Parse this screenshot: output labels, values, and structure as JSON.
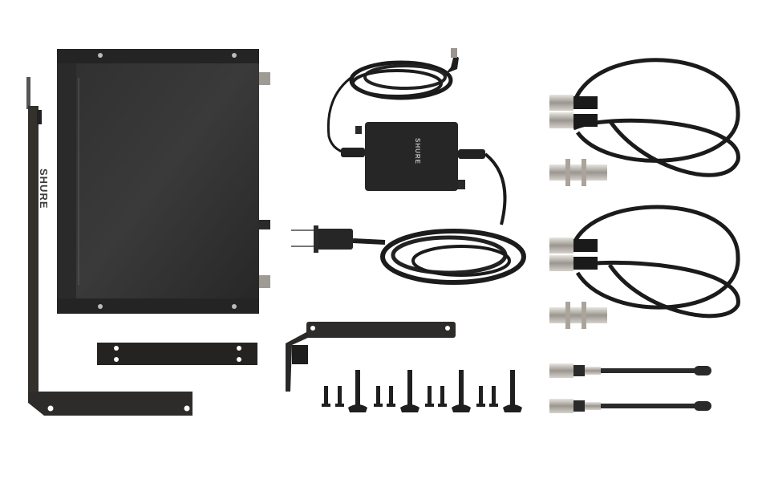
{
  "image": {
    "description": "Product photo: Shure wireless receiver kit contents on white background",
    "background_color": "#ffffff",
    "brand_text": "SHURE",
    "items": [
      {
        "id": "receiver",
        "label": "Receiver unit (top view)",
        "color": "#2b2b2b"
      },
      {
        "id": "rack-ear-long",
        "label": "L-shaped rack mount bracket",
        "color": "#2e2c2a"
      },
      {
        "id": "link-bar",
        "label": "Link bar plate",
        "color": "#252321"
      },
      {
        "id": "rack-ear-short",
        "label": "Short L-shaped rack bracket",
        "color": "#2e2c2a"
      },
      {
        "id": "power-supply",
        "label": "AC power adapter with cord",
        "color": "#262626"
      },
      {
        "id": "bnc-cables",
        "label": "BNC jumper cables (2 pairs)",
        "color": "#1e1e1e"
      },
      {
        "id": "bulkhead-adapters",
        "label": "BNC bulkhead adapters (2)",
        "color": "#bdb8b0"
      },
      {
        "id": "antennas",
        "label": "1/2 wave antennas (2)",
        "color": "#2a2a2a"
      },
      {
        "id": "screws",
        "label": "Mounting screws (12)",
        "color": "#1f1f1f"
      }
    ]
  }
}
